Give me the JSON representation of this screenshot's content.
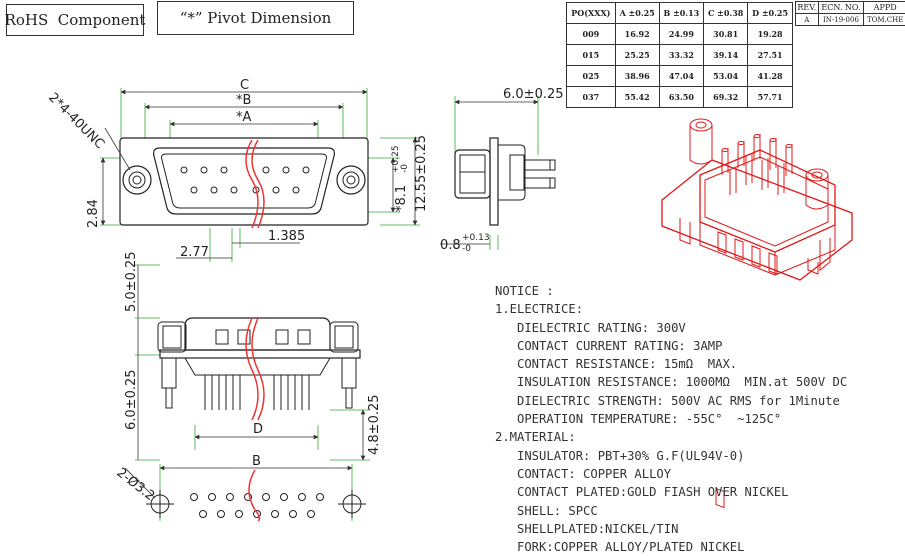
{
  "header": {
    "rohs_label": "RoHS  Component",
    "pivot_label": "“*” Pivot Dimension"
  },
  "dim_table": {
    "headers": [
      "PO(XXX)",
      "A ±0.25",
      "B ±0.13",
      "C ±0.38",
      "D ±0.25"
    ],
    "rows": [
      [
        "009",
        "16.92",
        "24.99",
        "30.81",
        "19.28"
      ],
      [
        "015",
        "25.25",
        "33.32",
        "39.14",
        "27.51"
      ],
      [
        "025",
        "38.96",
        "47.04",
        "53.04",
        "41.28"
      ],
      [
        "037",
        "55.42",
        "63.50",
        "69.32",
        "57.71"
      ]
    ]
  },
  "rev_table": {
    "headers": [
      "REV.",
      "ECN. NO.",
      "APPD"
    ],
    "row": [
      "A",
      "IN-19-006",
      "TOM.CHE"
    ]
  },
  "dimensions": {
    "c": "C",
    "b": "*B",
    "a": "*A",
    "unc": "2*4-40UNC",
    "d284": "2.84",
    "d277": "2.77",
    "d1385": "1.385",
    "d81": "*8.1",
    "d81_tol": "+0.25",
    "d81_tol2": "-0",
    "d1255": "12.55±0.25",
    "d60_top": "6.0±0.25",
    "d08": "0.8",
    "d08_tol": "+0.13",
    "d08_tol2": "-0",
    "d50": "5.0±0.25",
    "d60_side": "6.0±0.25",
    "d48": "4.8±0.25",
    "d_label": "D",
    "b_label": "B",
    "d32": "2-Ø3.2"
  },
  "notice": {
    "title": "NOTICE :",
    "lines": [
      "1.ELECTRICE:",
      "   DIELECTRIC RATING: 300V",
      "   CONTACT CURRENT RATING: 3AMP",
      "   CONTACT RESISTANCE: 15mΩ  MAX.",
      "   INSULATION RESISTANCE: 1000MΩ  MIN.at 500V DC",
      "   DIELECTRIC STRENGTH: 500V AC RMS for 1Minute",
      "   OPERATION TEMPERATURE: -55C°  ~125C°",
      "2.MATERIAL:",
      "   INSULATOR: PBT+30% G.F(UL94V-0)",
      "   CONTACT: COPPER ALLOY",
      "   CONTACT PLATED:GOLD FIASH OVER NICKEL",
      "   SHELL: SPCC",
      "   SHELLPLATED:NICKEL/TIN",
      "   FORK:COPPER ALLOY/PLATED NICKEL"
    ]
  }
}
